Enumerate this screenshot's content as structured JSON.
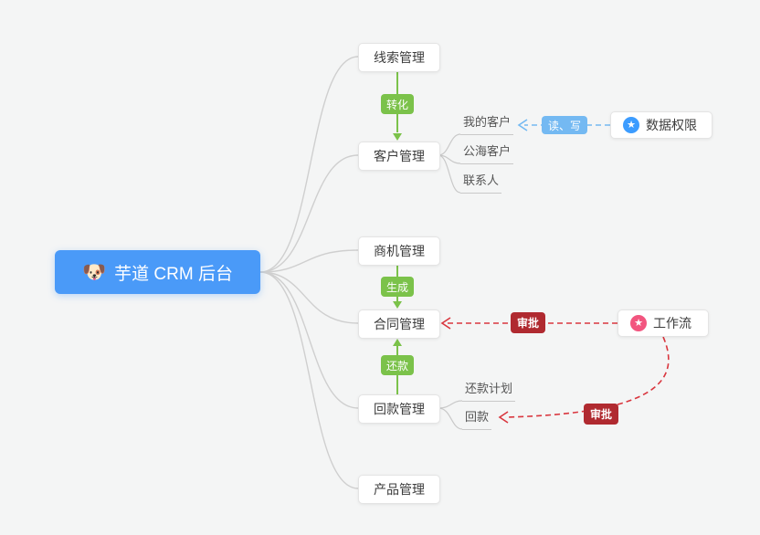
{
  "root": {
    "emoji": "🐶",
    "label": "芋道 CRM 后台"
  },
  "modules": [
    {
      "label": "线索管理"
    },
    {
      "label": "客户管理"
    },
    {
      "label": "商机管理"
    },
    {
      "label": "合同管理"
    },
    {
      "label": "回款管理"
    },
    {
      "label": "产品管理"
    }
  ],
  "customer_children": [
    {
      "label": "我的客户"
    },
    {
      "label": "公海客户"
    },
    {
      "label": "联系人"
    }
  ],
  "receivable_children": [
    {
      "label": "还款计划"
    },
    {
      "label": "回款"
    }
  ],
  "edge_labels": {
    "convert": "转化",
    "generate": "生成",
    "repay": "还款",
    "read_write": "读、写",
    "approve_contract": "审批",
    "approve_receivable": "审批"
  },
  "side_nodes": {
    "data_permission": {
      "label": "数据权限",
      "icon": "star-icon",
      "glyph": "★",
      "icon_color": "#3c9cff"
    },
    "workflow": {
      "label": "工作流",
      "icon": "star-icon",
      "glyph": "★",
      "icon_color": "#f2557f"
    }
  },
  "colors": {
    "canvas_bg": "#f4f5f5",
    "root_bg": "#4a9af8",
    "green": "#7bc24a",
    "light_blue": "#74b9f2",
    "red_line": "#d9363e",
    "red_label_bg": "#b02a30",
    "connector_gray": "#cfcfcf"
  }
}
